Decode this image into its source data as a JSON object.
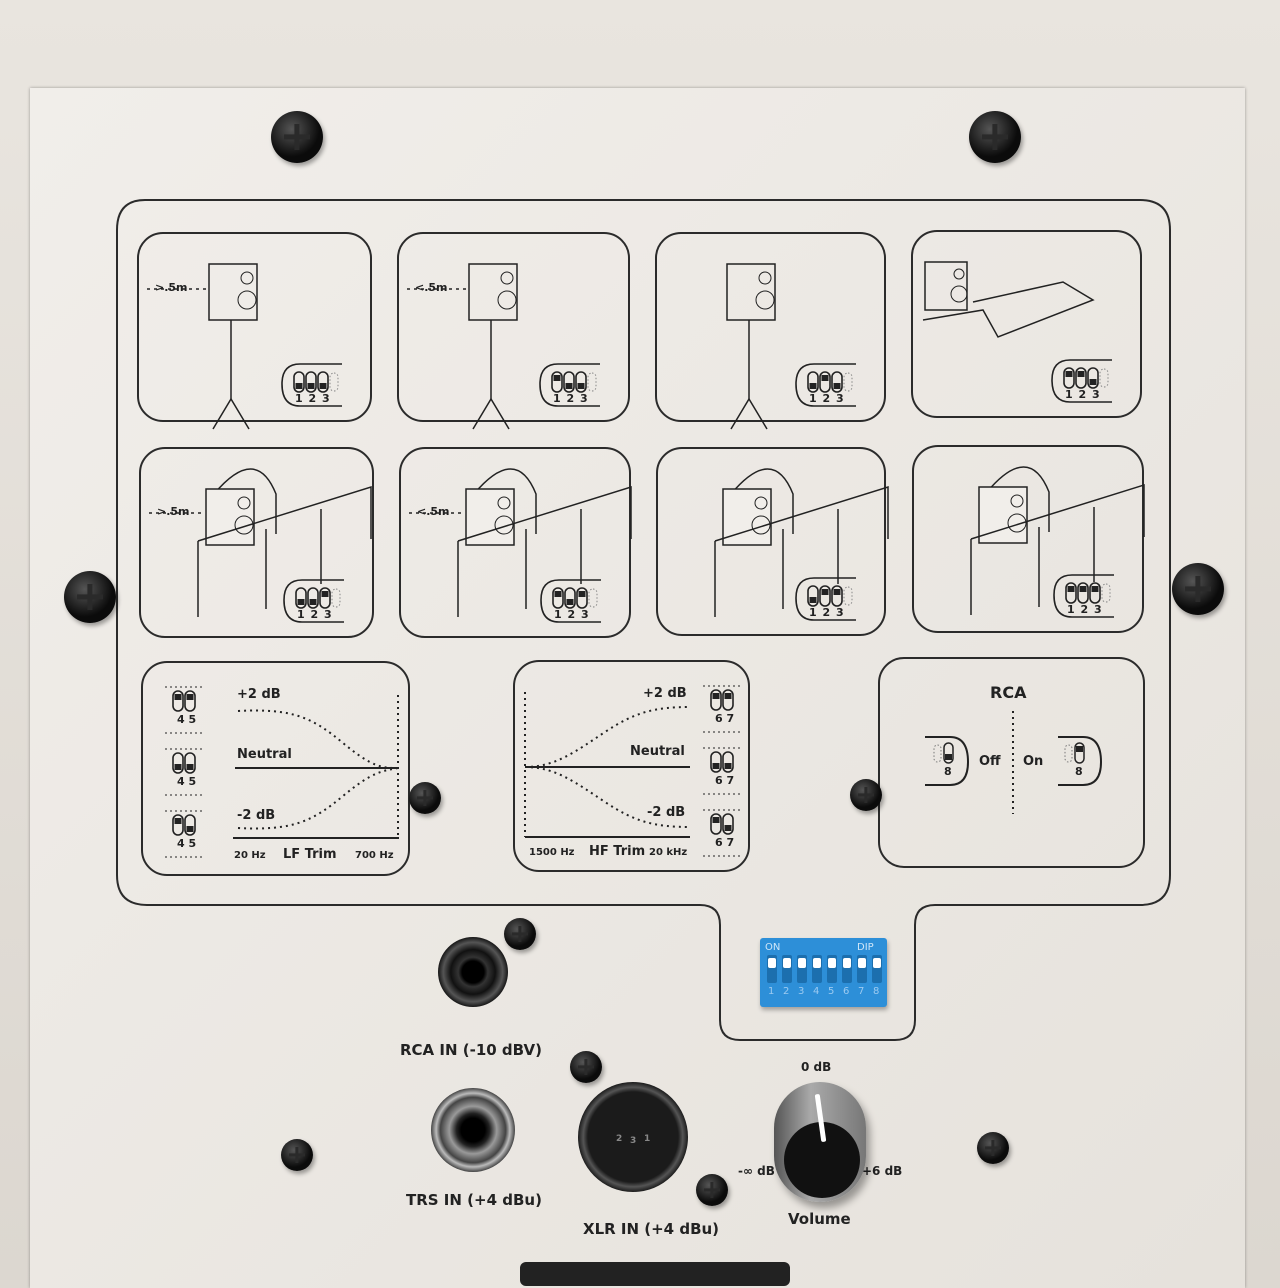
{
  "scenarios": [
    {
      "distance": ">.5m",
      "switches": [
        0,
        0,
        0
      ]
    },
    {
      "distance": "<.5m",
      "switches": [
        1,
        0,
        0
      ]
    },
    {
      "distance": "",
      "switches": [
        0,
        1,
        0
      ]
    },
    {
      "distance": "",
      "switches": [
        1,
        1,
        0
      ]
    },
    {
      "distance": ">.5m",
      "switches": [
        0,
        0,
        1
      ]
    },
    {
      "distance": "<.5m",
      "switches": [
        1,
        0,
        1
      ]
    },
    {
      "distance": "",
      "switches": [
        0,
        1,
        1
      ]
    },
    {
      "distance": "",
      "switches": [
        1,
        1,
        1
      ]
    }
  ],
  "switch_numbers": "1 2 3",
  "lf": {
    "plus": "+2 dB",
    "neutral": "Neutral",
    "minus": "-2 dB",
    "low": "20 Hz",
    "title": "LF Trim",
    "high": "700 Hz",
    "nums": "4 5"
  },
  "hf": {
    "plus": "+2 dB",
    "neutral": "Neutral",
    "minus": "-2 dB",
    "low": "1500 Hz",
    "title": "HF Trim",
    "high": "20 kHz",
    "nums": "6 7"
  },
  "rca": {
    "title": "RCA",
    "off": "Off",
    "on": "On",
    "num": "8"
  },
  "dip": {
    "on": "ON",
    "dip": "DIP",
    "numbers": [
      "1",
      "2",
      "3",
      "4",
      "5",
      "6",
      "7",
      "8"
    ],
    "color": "#2d8fd8"
  },
  "inputs": {
    "rca": "RCA IN (-10 dBV)",
    "trs": "TRS IN (+4 dBu)",
    "xlr": "XLR IN (+4 dBu)"
  },
  "xlr_pins": [
    "2",
    "3",
    "1"
  ],
  "volume": {
    "label": "Volume",
    "top": "0 dB",
    "min": "-∞ dB",
    "max": "+6 dB"
  }
}
